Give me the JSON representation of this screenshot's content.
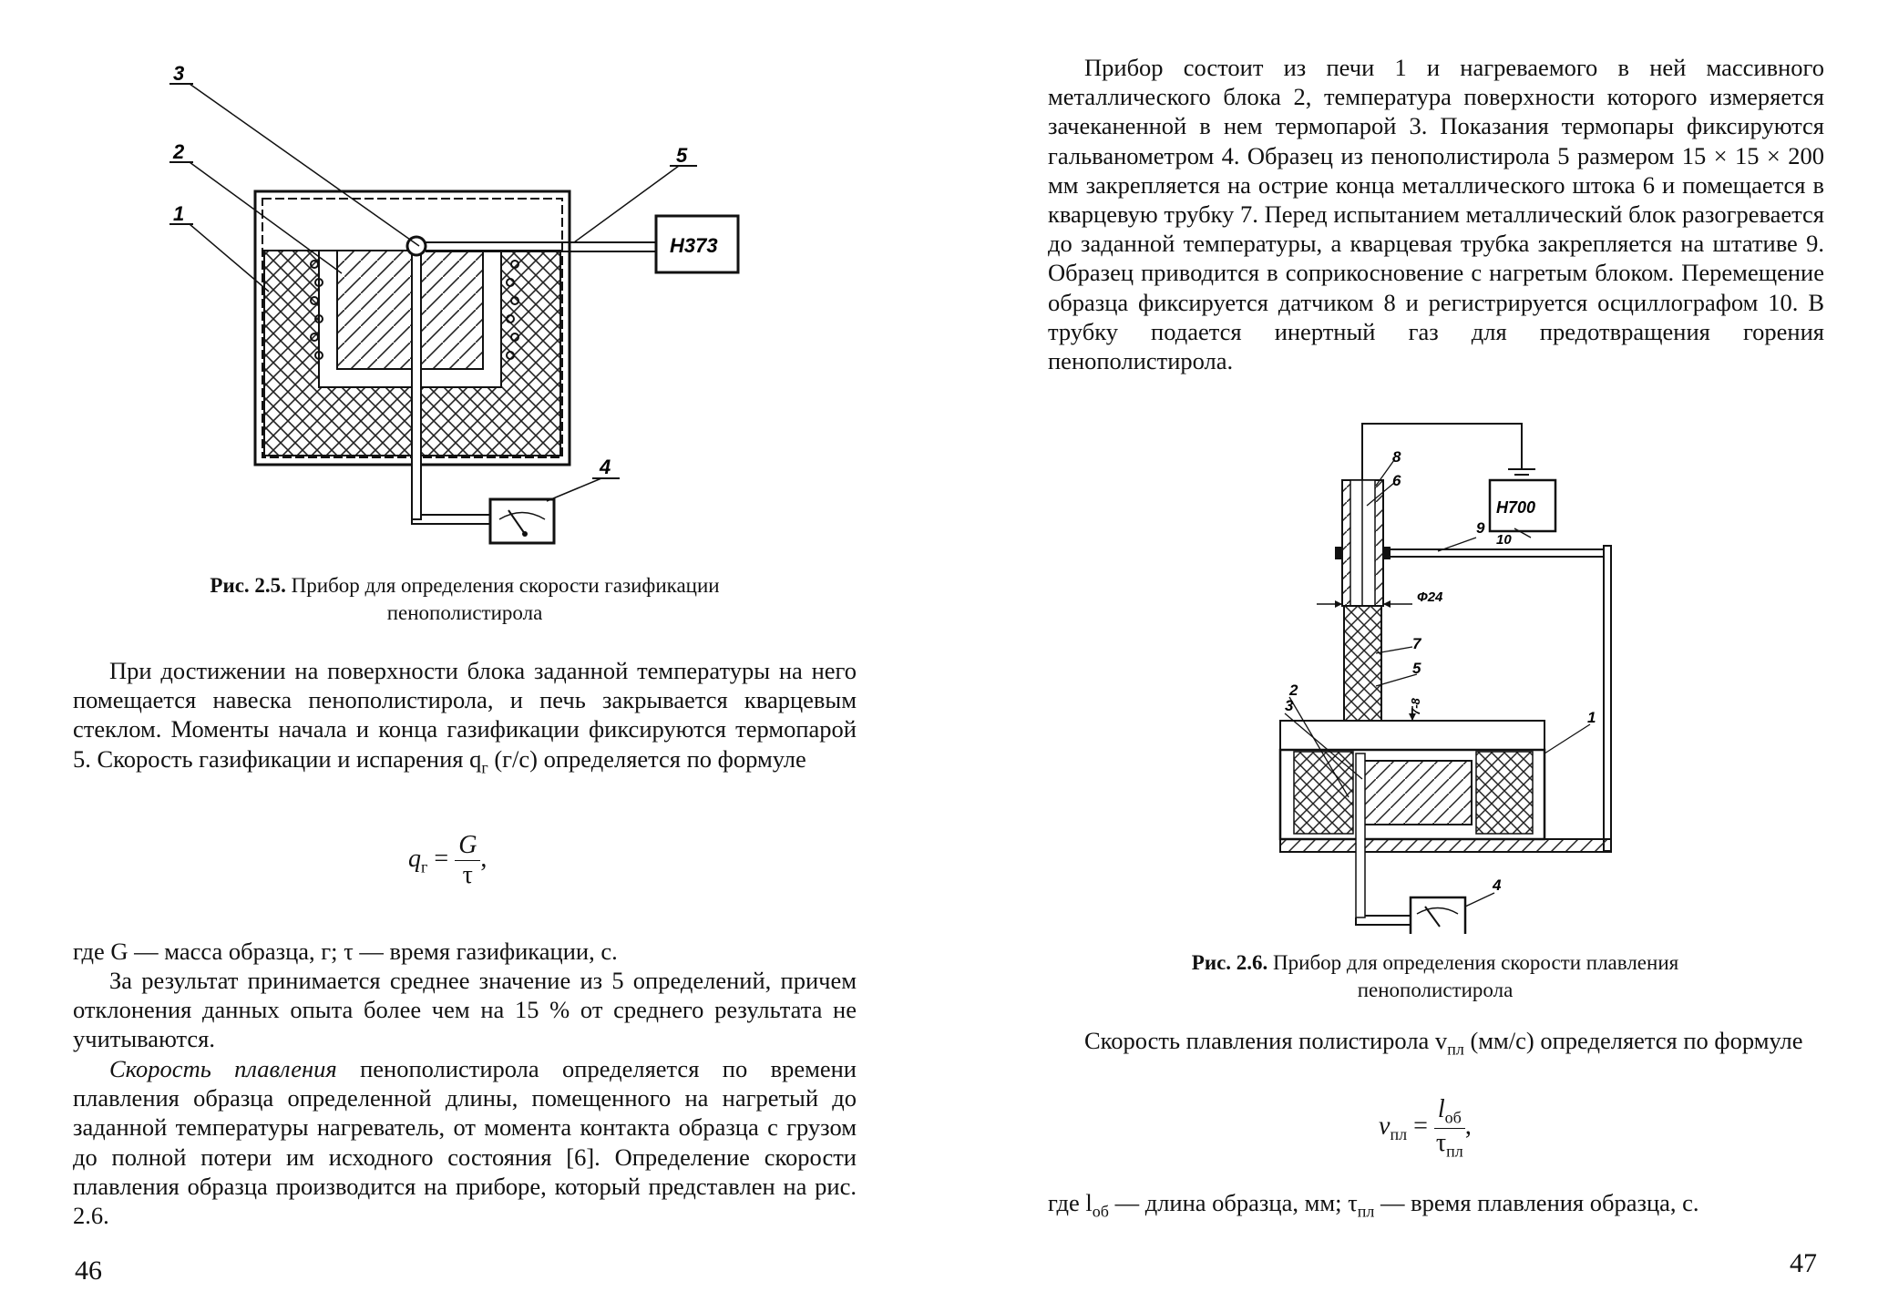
{
  "left_page": {
    "figure": {
      "labels": [
        "3",
        "2",
        "1",
        "5",
        "H373",
        "4"
      ]
    },
    "caption": {
      "bold": "Рис. 2.5.",
      "text": " Прибор для определения скорости газификации",
      "line2": "пенополистирола"
    },
    "para1": "При достижении на поверхности блока заданной температуры на него помещается навеска пенополистирола, и печь закрывается кварцевым стеклом. Моменты начала и конца газификации фиксируются термопарой 5. Скорость газификации и испарения q",
    "para1_sub": "г",
    "para1_end": " (г/с) определяется по формуле",
    "formula": {
      "lhs": "q",
      "lhs_sub": "г",
      "num": "G",
      "den": "τ"
    },
    "where": "где G — масса образца, г; τ — время газификации, с.",
    "para2": "За результат принимается среднее значение из 5 определений, причем отклонения данных опыта более чем на 15 % от среднего результата не учитываются.",
    "para3_italic": "Скорость плавления",
    "para3": " пенополистирола определяется по времени плавления образца определенной длины, помещенного на нагретый до заданной температуры нагреватель, от момента контакта образца с грузом до полной потери им исходного состояния [6]. Определение скорости плавления образца производится на приборе, который представлен на рис. 2.6.",
    "page_number": "46"
  },
  "right_page": {
    "intro": "Прибор состоит из печи 1 и нагреваемого в ней массивного металлического блока 2, температура поверхности которого измеряется зачеканенной в нем термопарой 3. Показания термопары фиксируются гальванометром 4. Образец из пенополистирола 5 размером 15 × 15 × 200 мм закрепляется на острие конца металлического штока 6 и помещается в кварцевую трубку 7. Перед испытанием металлический блок разогревается до заданной температуры, а кварцевая трубка закрепляется на штативе 9. Образец приводится в соприкосновение с нагретым блоком. Перемещение образца фиксируется датчиком 8 и регистрируется осциллографом 10. В трубку подается инертный газ для предотвращения горения пенополистирола.",
    "figure": {
      "labels": [
        "8",
        "6",
        "H700",
        "9",
        "10",
        "Ф24",
        "7",
        "5",
        "2",
        "3",
        "7-8",
        "1",
        "4"
      ]
    },
    "caption": {
      "bold": "Рис. 2.6.",
      "text": " Прибор для определения скорости плавления",
      "line2": "пенополистирола"
    },
    "para1": "Скорость плавления полистирола v",
    "para1_sub": "пл",
    "para1_end": " (мм/с) определяется по формуле",
    "formula": {
      "lhs": "v",
      "lhs_sub": "пл",
      "num": "l",
      "num_sub": "об",
      "den": "τ",
      "den_sub": "пл"
    },
    "where_a": "где l",
    "where_sub1": "об",
    "where_b": " — длина образца, мм; τ",
    "where_sub2": "пл",
    "where_c": " — время плавления образца, с.",
    "page_number": "47"
  }
}
